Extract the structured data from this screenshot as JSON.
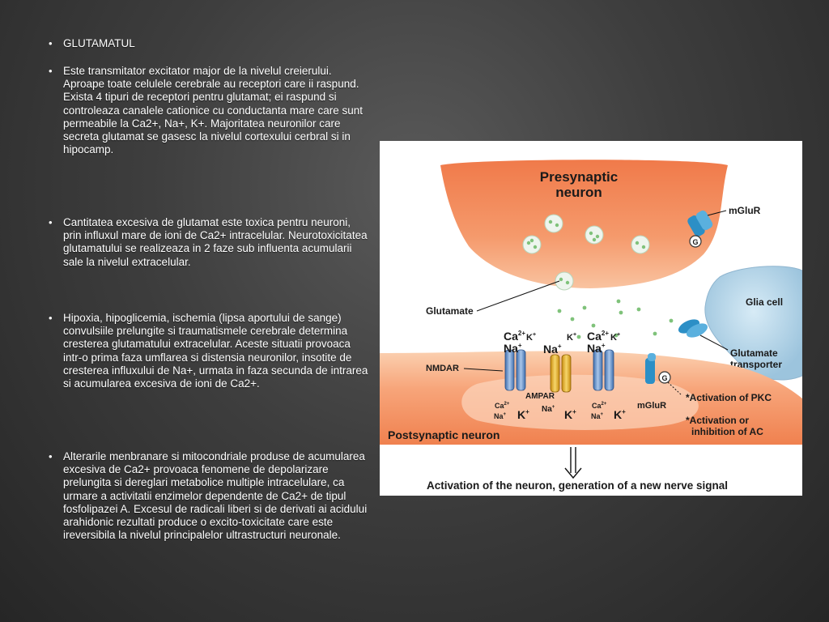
{
  "slide": {
    "bullets": [
      {
        "marker": "•",
        "text": "GLUTAMATUL"
      },
      {
        "marker": "•",
        "text": " Este transmitator excitator major de la nivelul creierului. Aproape toate celulele cerebrale au receptori care ii raspund. Exista 4 tipuri de receptori pentru glutamat; ei raspund si controleaza canalele cationice cu conductanta mare care sunt permeabile la Ca2+, Na+, K+. Majoritatea neuronilor care secreta glutamat se gasesc la nivelul cortexului cerbral si in hipocamp."
      },
      {
        "marker": "•",
        "text": "Cantitatea excesiva de glutamat este toxica pentru neuroni, prin influxul mare de ioni de Ca2+  intracelular. Neurotoxicitatea glutamatului se realizeaza in 2 faze sub influenta acumularii sale la nivelul extracelular."
      },
      {
        "marker": "•",
        "text": "Hipoxia, hipoglicemia, ischemia (lipsa aportului de sange) convulsiile prelungite si traumatismele cerebrale determina cresterea glutamatului extracelular. Aceste situatii provoaca intr-o prima faza umflarea si distensia neuronilor, insotite de cresterea influxului de Na+, urmata in faza secunda de intrarea si acumularea excesiva de ioni de Ca2+."
      },
      {
        "marker": "•",
        "text": "Alterarile menbranare si mitocondriale produse de acumularea excesiva de Ca2+  provoaca fenomene de depolarizare prelungita si dereglari metabolice multiple intracelulare, ca urmare a activitatii enzimelor dependente de Ca2+  de tipul fosfolipazei A. Excesul de radicali liberi si de derivati ai acidului arahidonic rezultati produce o excito-toxicitate care este ireversibila la nivelul principalelor ultrastructuri neuronale."
      }
    ]
  },
  "diagram": {
    "presynaptic_line1": "Presynaptic",
    "presynaptic_line2": "neuron",
    "mglur_top": "mGluR",
    "g_top": "G",
    "glutamate": "Glutamate",
    "glia_cell": "Glia cell",
    "glutamate_transporter_line1": "Glutamate",
    "glutamate_transporter_line2": "transporter",
    "nmdar": "NMDAR",
    "ion_ca": "Ca",
    "ion_2plus": "2+",
    "ion_na": "Na",
    "ion_k": "K",
    "ion_plus": "+",
    "ampar": "AMPAR",
    "mglur_bottom": "mGluR",
    "g_bottom": "G",
    "pkc": "*Activation of PKC",
    "ac_line1": "*Activation or",
    "ac_line2": "inhibition of AC",
    "postsynaptic": "Postsynaptic neuron",
    "caption": "Activation of the neuron, generation of a new nerve signal"
  },
  "colors": {
    "neuron_orange": "#f0875a",
    "neuron_light": "#f8b48c",
    "glia_blue": "#a9cde3",
    "nmdar_blue": "#6a93c9",
    "ampar_yellow": "#e9b82c",
    "mglur_teal": "#2c8fc6",
    "vesicle_green": "#7fc27a"
  }
}
